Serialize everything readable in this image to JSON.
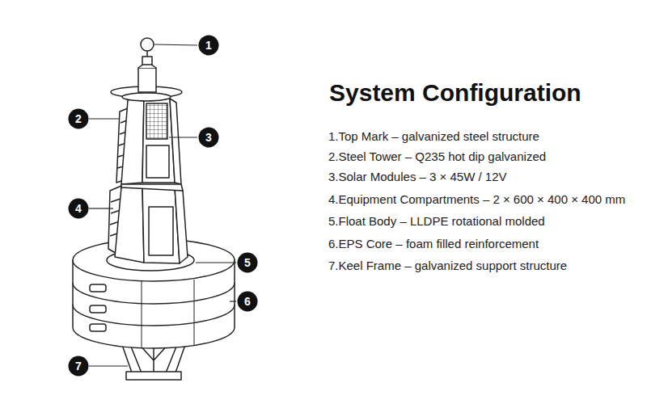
{
  "diagram": {
    "title": "System Configuration",
    "nodes": [
      {
        "text": [
          "1"
        ]
      },
      {
        "text": [
          "2"
        ]
      },
      {
        "text": [
          "3"
        ]
      },
      {
        "text": [
          "4"
        ]
      },
      {
        "text": [
          "5"
        ]
      },
      {
        "text": [
          "6"
        ]
      },
      {
        "text": [
          "7"
        ]
      }
    ],
    "labels": [
      "1.Top Mark – galvanized steel structure",
      "2.Steel Tower – Q235 hot dip galvanized",
      "3.Solar Modules – 3 × 45W / 12V",
      "4.Equipment Compartments – 2 × 600 × 400 × 400 mm",
      "5.Float Body – LLDPE rotational molded",
      "6.EPS Core – foam filled reinforcement",
      "7.Keel Frame – galvanized support structure"
    ]
  }
}
